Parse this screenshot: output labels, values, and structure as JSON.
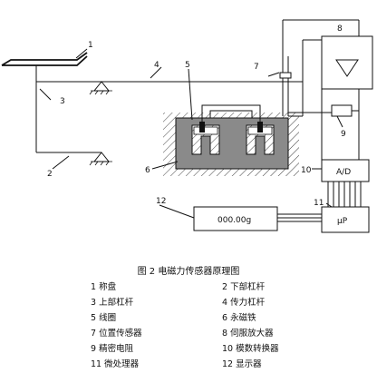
{
  "figure": {
    "caption": "图 2    电磁力传感器原理图",
    "display_reading": "000.00g",
    "ad_label": "A/D",
    "mp_label": "μP",
    "part_numbers": [
      "1",
      "2",
      "3",
      "4",
      "5",
      "6",
      "7",
      "8",
      "9",
      "10",
      "11",
      "12"
    ]
  },
  "legend": [
    {
      "num": "1",
      "text": "称盘"
    },
    {
      "num": "2",
      "text": "下部杠杆"
    },
    {
      "num": "3",
      "text": "上部杠杆"
    },
    {
      "num": "4",
      "text": "传力杠杆"
    },
    {
      "num": "5",
      "text": "线圈"
    },
    {
      "num": "6",
      "text": "永磁铁"
    },
    {
      "num": "7",
      "text": "位置传感器"
    },
    {
      "num": "8",
      "text": "伺服放大器"
    },
    {
      "num": "9",
      "text": "精密电阻"
    },
    {
      "num": "10",
      "text": "模数转换器"
    },
    {
      "num": "11",
      "text": "微处理器"
    },
    {
      "num": "12",
      "text": "显示器"
    }
  ]
}
